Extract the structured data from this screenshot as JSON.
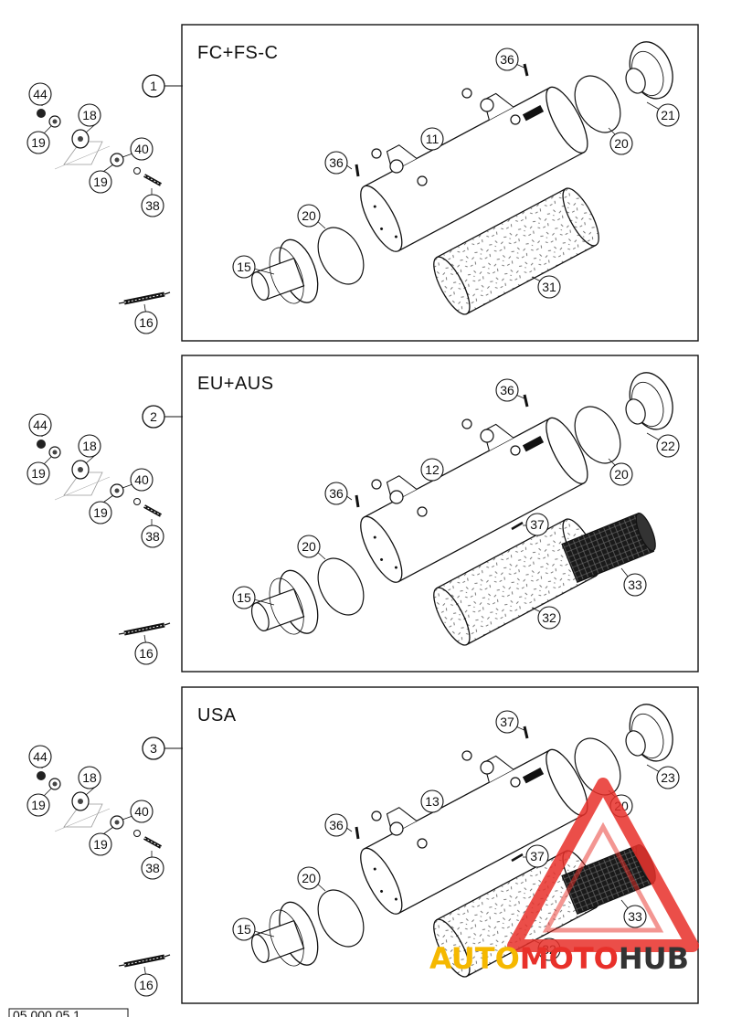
{
  "panels": [
    {
      "variant": "1",
      "title": "FC+FS-C",
      "hardware": [
        "44",
        "18",
        "19",
        "40",
        "19",
        "38",
        "16"
      ],
      "parts": {
        "muffler": "11",
        "end_cap": "21",
        "screw_top": "36",
        "screw_left": "36",
        "gasket_left": "20",
        "gasket_right": "20",
        "inlet": "15",
        "packing": "31"
      }
    },
    {
      "variant": "2",
      "title": "EU+AUS",
      "hardware": [
        "44",
        "18",
        "19",
        "40",
        "19",
        "38",
        "16"
      ],
      "parts": {
        "muffler": "12",
        "end_cap": "22",
        "screw_top": "36",
        "screw_left": "36",
        "gasket_left": "20",
        "gasket_right": "20",
        "inlet": "15",
        "packing": "32",
        "insert": "33",
        "screw_small": "37"
      }
    },
    {
      "variant": "3",
      "title": "USA",
      "hardware": [
        "44",
        "18",
        "19",
        "40",
        "19",
        "38",
        "16"
      ],
      "parts": {
        "muffler": "13",
        "end_cap": "23",
        "screw_top": "37",
        "screw_left": "36",
        "gasket_left": "20",
        "gasket_right": "20",
        "inlet": "15",
        "packing": "32",
        "insert": "33",
        "screw_small": "37"
      }
    }
  ],
  "footer_code": "05.000.05.1",
  "watermark": {
    "part1": "AUTO",
    "part2": "MOTO",
    "part3": "HUB",
    "color1": "#f5b800",
    "color2": "#e8302a",
    "color3": "#333333"
  }
}
